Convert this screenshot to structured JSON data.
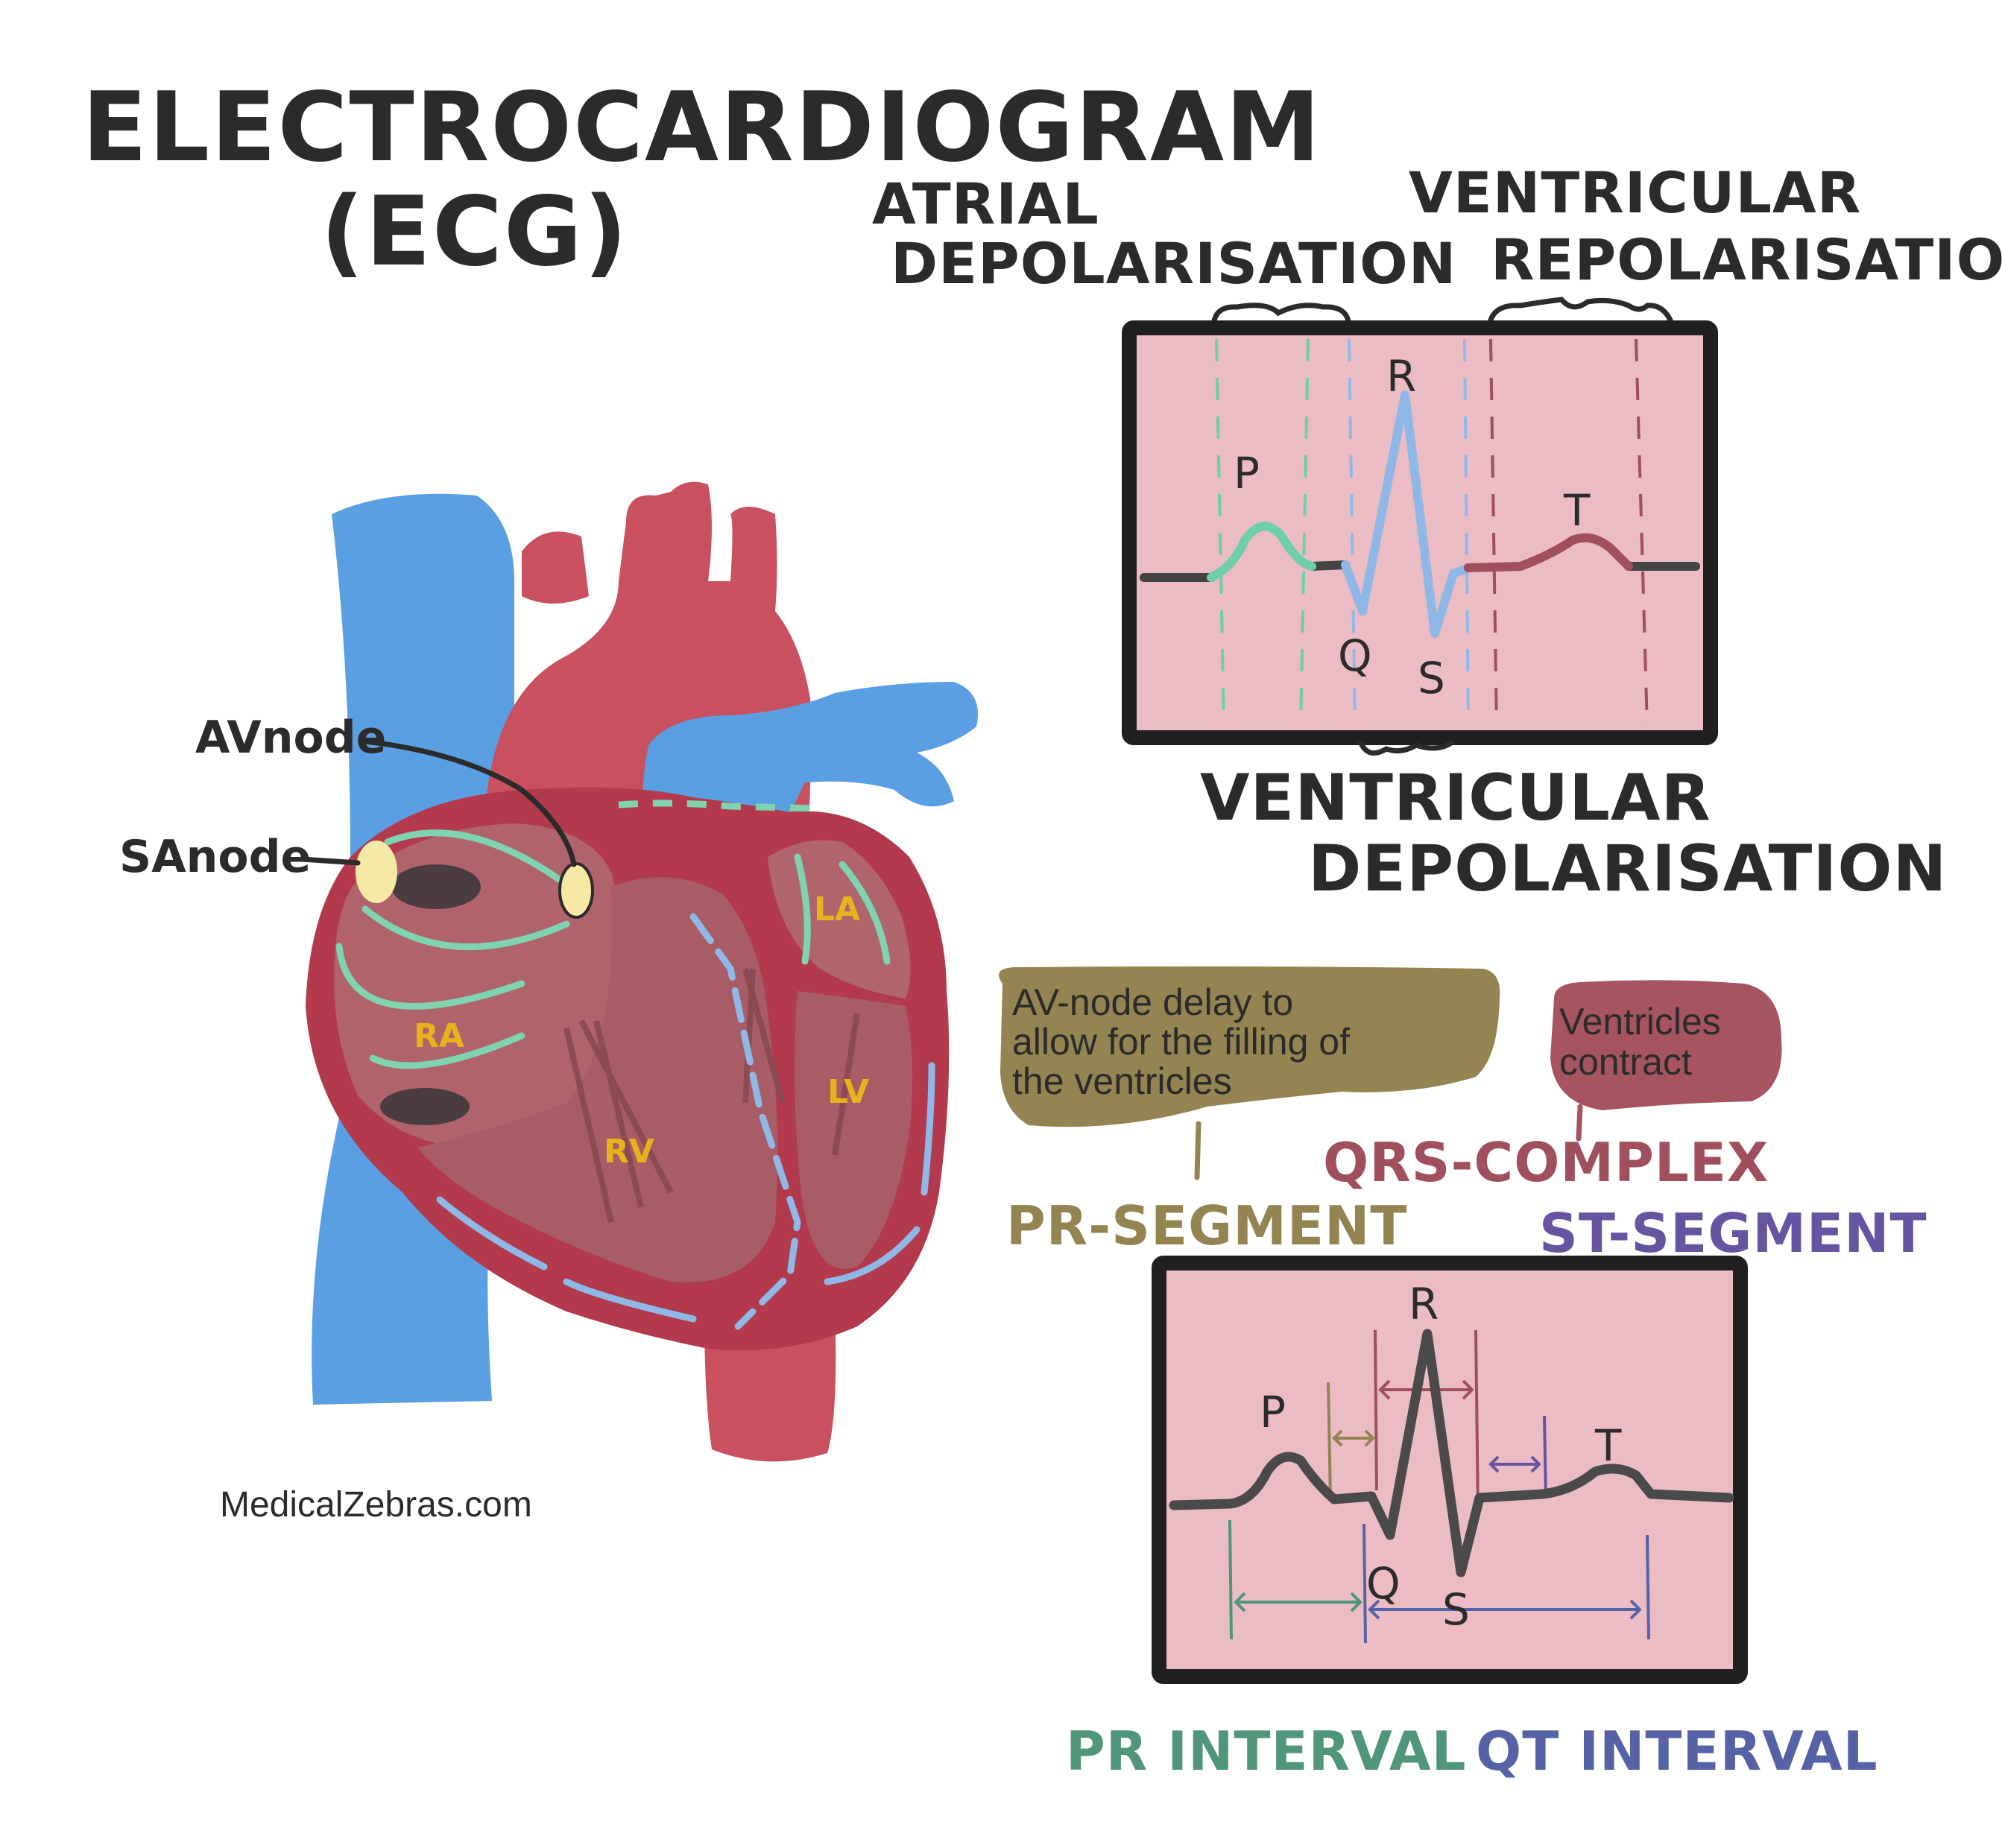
{
  "title": {
    "line1": "ELECTROCARDIOGRAM",
    "line2": "(ECG)"
  },
  "top_ecg": {
    "atrial_depolarisation": [
      "ATRIAL",
      "DEPOLARISATION"
    ],
    "ventricular_repolarisation": [
      "VENTRICULAR",
      "REPOLARISATION"
    ],
    "ventricular_depolarisation": [
      "VENTRICULAR",
      "DEPOLARISATION"
    ],
    "waves": {
      "p": "P",
      "q": "Q",
      "r": "R",
      "s": "S",
      "t": "T"
    }
  },
  "heart": {
    "av_node": "AVnode",
    "sa_node": "SAnode",
    "chambers": {
      "ra": "RA",
      "la": "LA",
      "rv": "RV",
      "lv": "LV"
    }
  },
  "callouts": {
    "av_delay": [
      "AV-node delay to",
      "allow for the filling of",
      "the ventricles"
    ],
    "ventricles_contract": [
      "Ventricles",
      "contract"
    ]
  },
  "segments": {
    "qrs_complex": "QRS-COMPLEX",
    "pr_segment": "PR-SEGMENT",
    "st_segment": "ST-SEGMENT"
  },
  "bottom_ecg": {
    "waves": {
      "p": "P",
      "q": "Q",
      "r": "R",
      "s": "S",
      "t": "T"
    },
    "pr_interval": "PR INTERVAL",
    "qt_interval": "QT INTERVAL"
  },
  "credit": "MedicalZebras.com",
  "colors": {
    "ecg_bg": "#ecbcc5",
    "frame": "#1f1f1f",
    "p_wave": "#6fcfa8",
    "qrs": "#8fb8e6",
    "t_wave": "#a0505c",
    "baseline": "#444444",
    "vein_blue": "#5b9fe3",
    "artery_red": "#c9505f",
    "heart_red": "#b23a4c",
    "chamber_fill": "#b0656d",
    "conduction_green": "#7fd3b0",
    "conduction_blue": "#8fb8e6",
    "node_yellow": "#f6e9a6",
    "bubble_olive": "#938451",
    "bubble_rose": "#a6545f",
    "pr_interval": "#4f967a",
    "qt_interval": "#5563a6",
    "st_segment": "#6654a0",
    "qrs_label": "#a0505c"
  }
}
